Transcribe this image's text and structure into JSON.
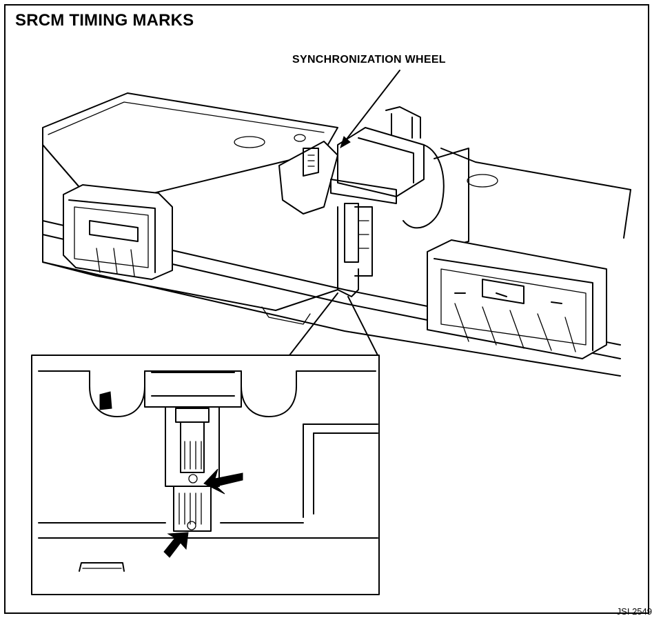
{
  "diagram": {
    "title": "SRCM TIMING MARKS",
    "callout": "SYNCHRONIZATION WHEEL",
    "figure_id": "JSI 2549"
  },
  "icons": {
    "arrow": "arrow-icon",
    "timing_mark": "timing-mark-icon"
  },
  "colors": {
    "ink": "#000000",
    "paper": "#ffffff"
  }
}
